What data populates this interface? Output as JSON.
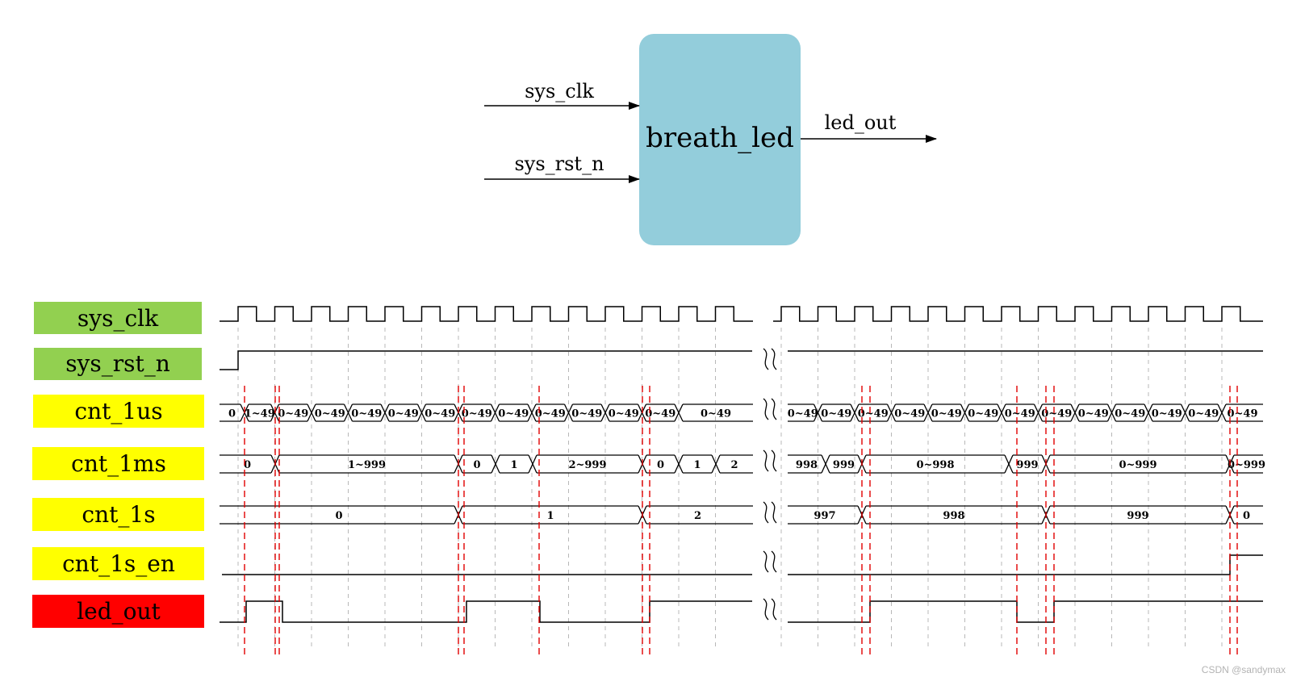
{
  "block": {
    "name": "breath_led",
    "fill": "#93CDDB",
    "inputs": [
      "sys_clk",
      "sys_rst_n"
    ],
    "outputs": [
      "led_out"
    ]
  },
  "signals": [
    {
      "name": "sys_clk",
      "color": "#92D050"
    },
    {
      "name": "sys_rst_n",
      "color": "#92D050"
    },
    {
      "name": "cnt_1us",
      "color": "#FFFF00"
    },
    {
      "name": "cnt_1ms",
      "color": "#FFFF00"
    },
    {
      "name": "cnt_1s",
      "color": "#FFFF00"
    },
    {
      "name": "cnt_1s_en",
      "color": "#FFFF00"
    },
    {
      "name": "led_out",
      "color": "#FF0000"
    }
  ],
  "cnt_1us_values": [
    "0",
    "1~49",
    "0~49",
    "0~49",
    "0~49",
    "0~49",
    "0~49",
    "0~49",
    "0~49",
    "0~49",
    "0~49",
    "0~49",
    "0~49",
    "0~49",
    "0~49",
    "0~49",
    "0~49",
    "0~49",
    "0~49",
    "0~49",
    "0~49",
    "0~49",
    "0~49",
    "0~49",
    "0~49",
    "0~49",
    "0~49",
    "0~49",
    "0~49"
  ],
  "cnt_1ms_values": [
    "0",
    "1~999",
    "0",
    "1",
    "2~999",
    "0",
    "1",
    "2",
    "998",
    "999",
    "0~998",
    "999",
    "0~999",
    "0~999"
  ],
  "cnt_1s_values": [
    "0",
    "1",
    "2",
    "997",
    "998",
    "999",
    "0"
  ],
  "watermark": "CSDN @sandymax"
}
